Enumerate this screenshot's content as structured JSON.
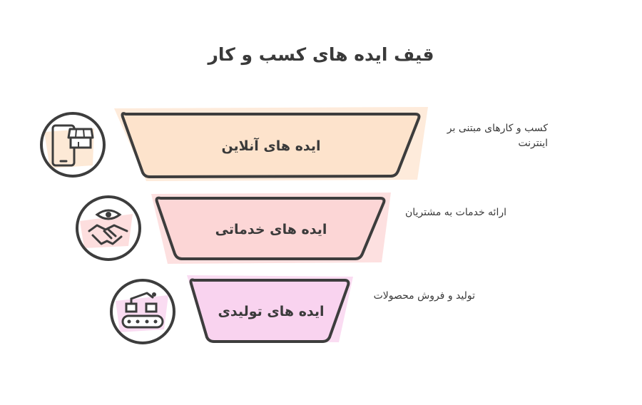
{
  "title": "قیف ایده های کسب و کار",
  "stages": [
    {
      "label": "ایده های آنلاین",
      "description": "کسب و کارهای مبتنی بر اینترنت",
      "icon": "phone-shop-icon",
      "color": "#fde3cc"
    },
    {
      "label": "ایده های خدماتی",
      "description": "ارائه خدمات به مشتریان",
      "icon": "handshake-eye-icon",
      "color": "#fcd6d6"
    },
    {
      "label": "ایده های تولیدی",
      "description": "تولید و فروش محصولات",
      "icon": "factory-conveyor-icon",
      "color": "#f9d3ef"
    }
  ]
}
